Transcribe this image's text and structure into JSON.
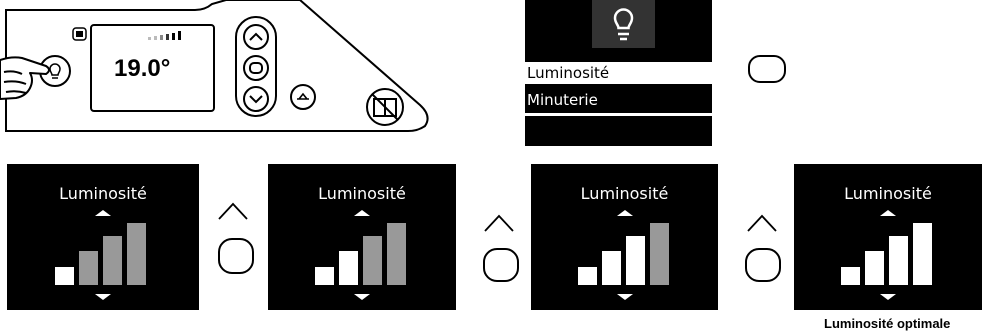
{
  "device": {
    "temperature": "19.0°"
  },
  "menu": {
    "items": [
      {
        "label": "Luminosité",
        "selected": false
      },
      {
        "label": "Minuterie",
        "selected": true
      },
      {
        "label": "",
        "selected": true
      }
    ]
  },
  "panels": [
    {
      "title": "Luminosité",
      "level": 1
    },
    {
      "title": "Luminosité",
      "level": 2
    },
    {
      "title": "Luminosité",
      "level": 3
    },
    {
      "title": "Luminosité",
      "level": 4
    }
  ],
  "panel_bars_total": 4,
  "optimal_caption": "Luminosité optimale",
  "colors": {
    "screen_bg": "#000000",
    "bar_active": "#ffffff",
    "bar_inactive": "#999999",
    "icon_tile": "#333333"
  },
  "icons": [
    "touch-hand-icon",
    "bulb-icon",
    "up-chevron-icon",
    "down-chevron-icon",
    "ok-icon",
    "back-icon",
    "no-window-icon",
    "signal-icon",
    "module-icon"
  ]
}
